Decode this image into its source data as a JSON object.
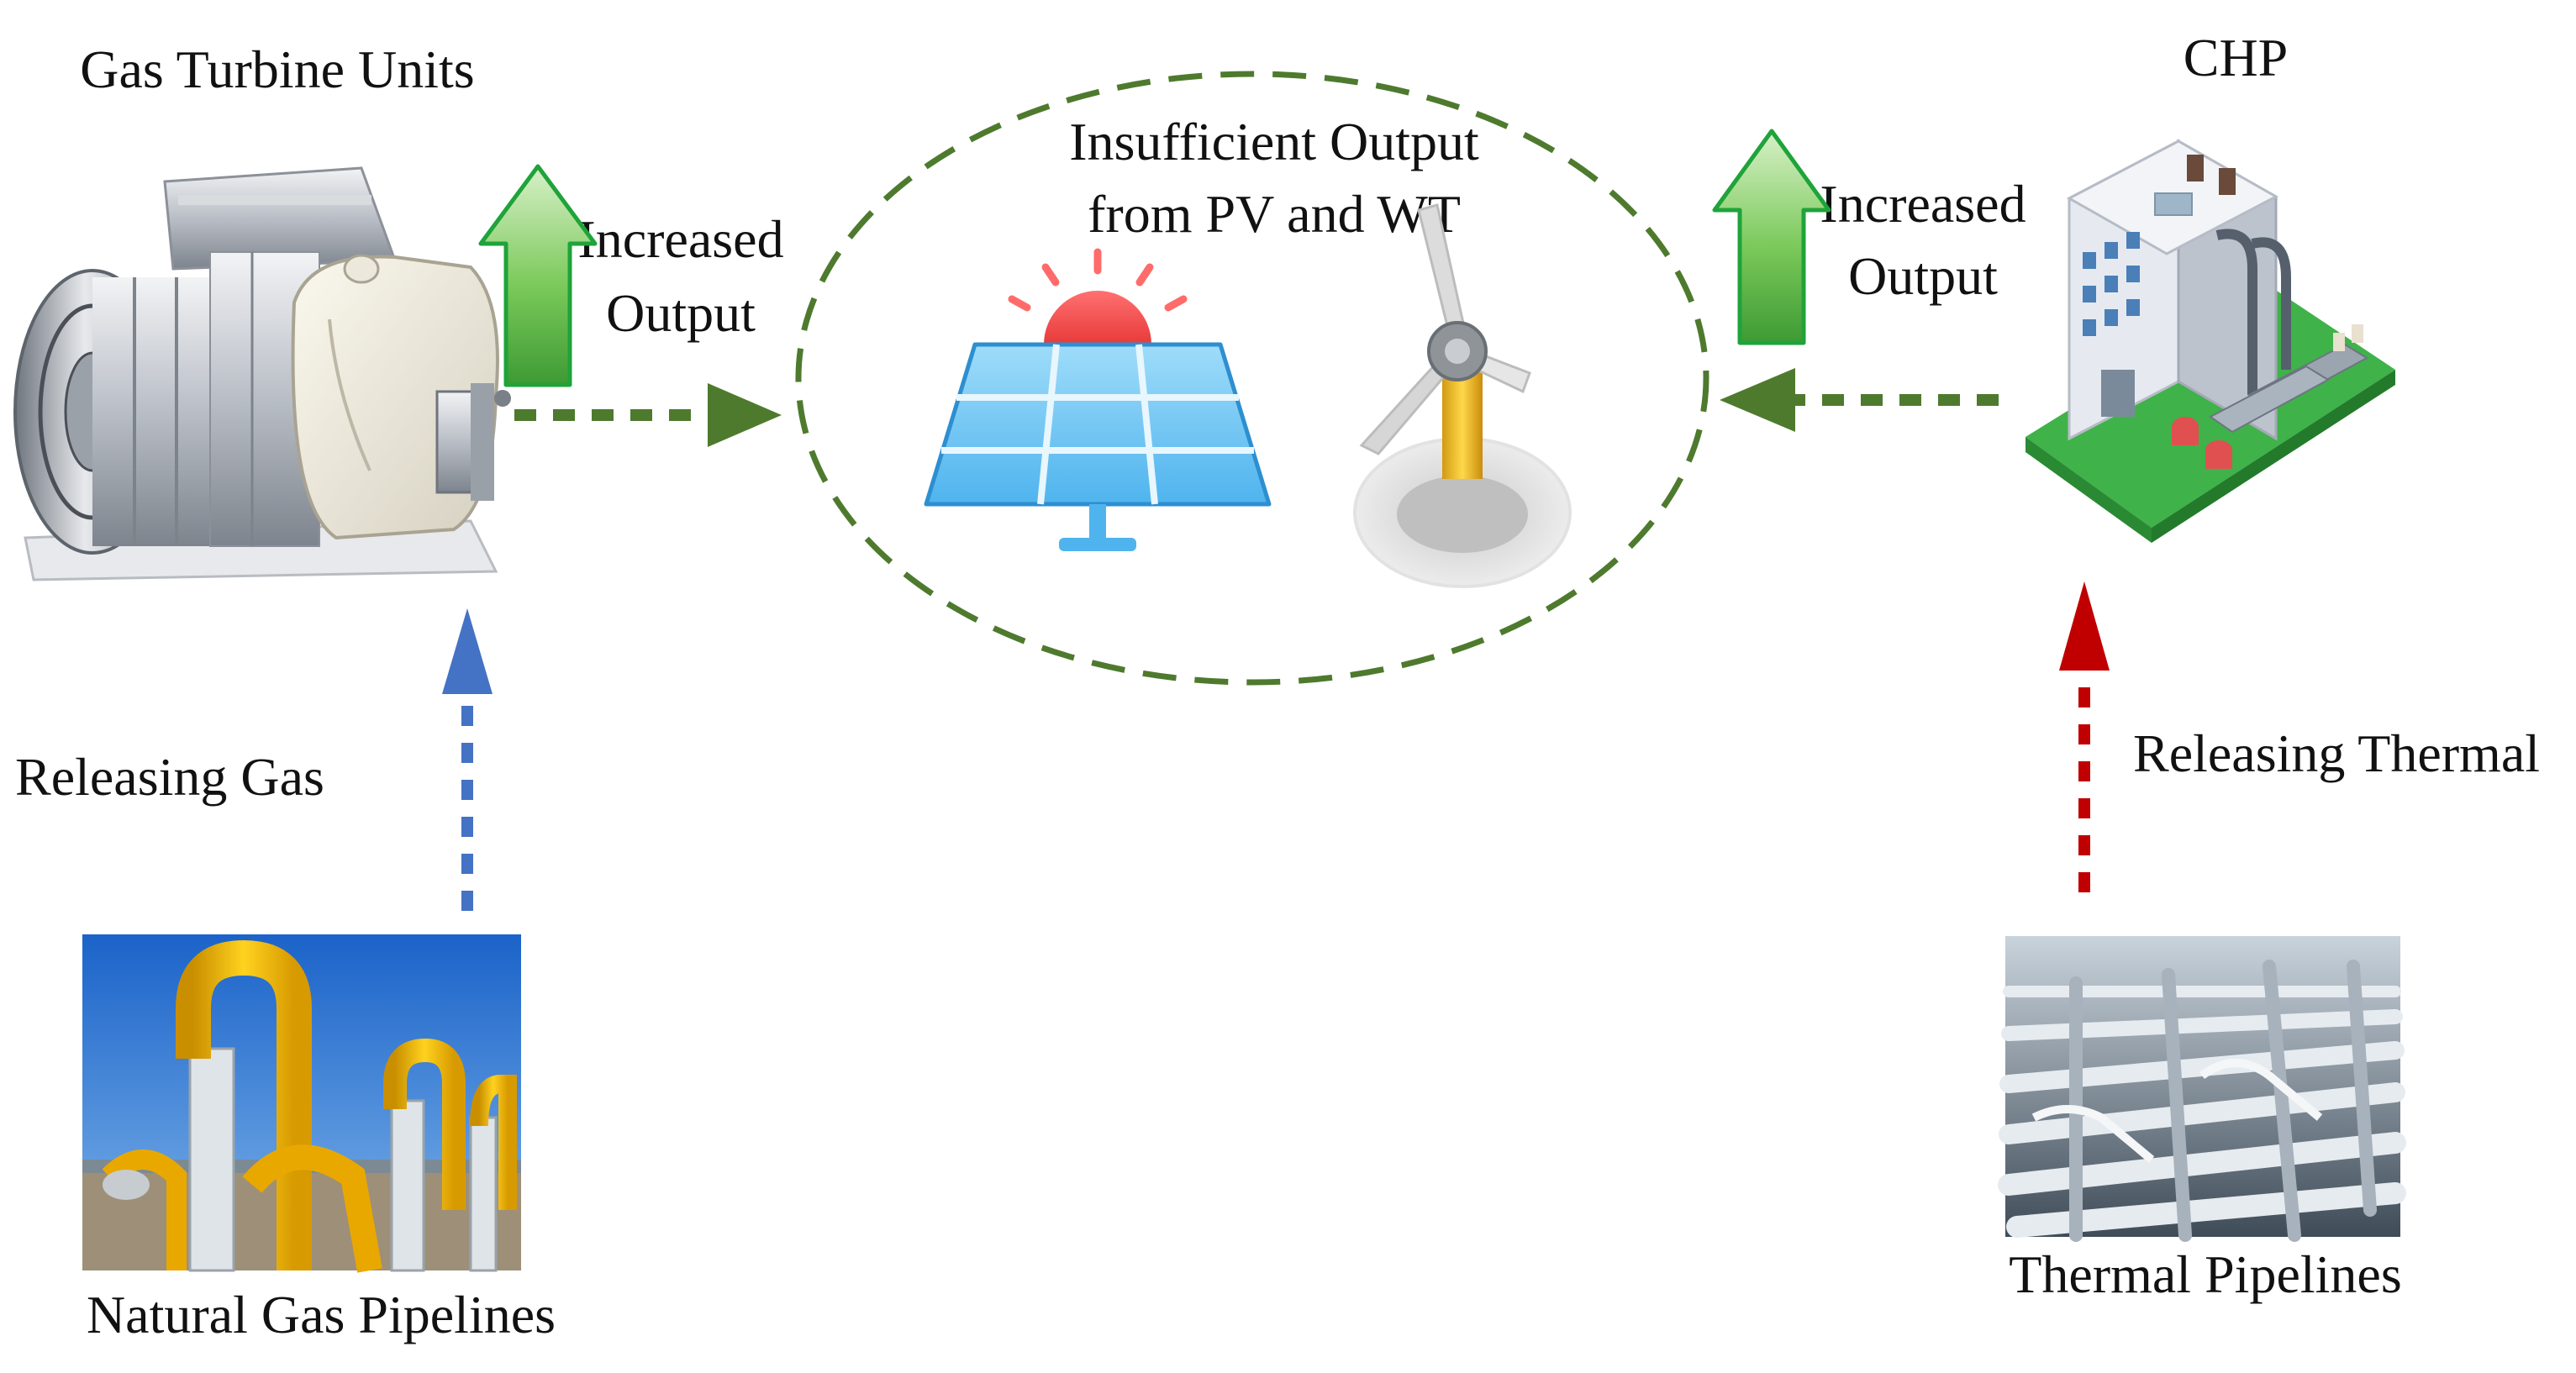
{
  "labels": {
    "gas_turbine": "Gas Turbine Units",
    "chp": "CHP",
    "insufficient_line1": "Insufficient Output",
    "insufficient_line2": "from PV and WT",
    "increased_left_line1": "Increased",
    "increased_left_line2": "Output",
    "increased_right_line1": "Increased",
    "increased_right_line2": "Output",
    "releasing_gas": "Releasing  Gas",
    "releasing_thermal": "Releasing  Thermal",
    "natural_gas_pipelines": "Natural Gas Pipelines",
    "thermal_pipelines": "Thermal Pipelines"
  },
  "icons": {
    "gas_turbine": "gas-turbine-icon",
    "chp_plant": "chp-plant-icon",
    "solar_panel": "solar-panel-icon",
    "wind_turbine": "wind-turbine-icon",
    "gas_pipeline_photo": "gas-pipeline-icon",
    "thermal_pipeline_photo": "thermal-pipeline-icon"
  },
  "colors": {
    "flow_green": "#4e7a2e",
    "increase_arrow_fill": "#6cc04a",
    "increase_arrow_stroke": "#1fa33a",
    "gas_flow_blue": "#4472c4",
    "thermal_flow_red": "#c00000"
  }
}
